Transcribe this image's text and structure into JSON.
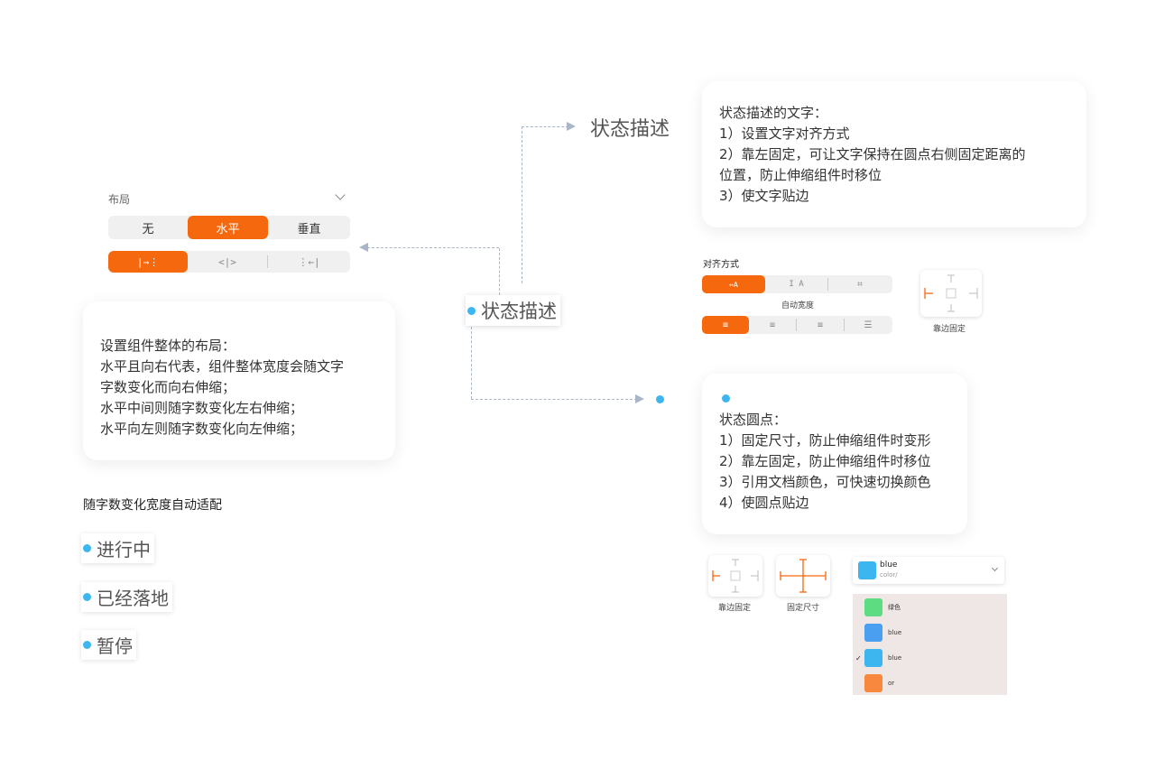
{
  "layout_panel": {
    "title": "布局",
    "direction_options": [
      "无",
      "水平",
      "垂直"
    ],
    "active_direction": "水平",
    "colors": {
      "accent": "#f6680d",
      "segment_bg": "#f0f0f0"
    }
  },
  "layout_desc": {
    "lines": [
      "设置组件整体的布局：",
      "水平且向右代表，组件整体宽度会随文字",
      "字数变化而向右伸缩；",
      "水平中间则随字数变化左右伸缩；",
      "水平向左则随字数变化向左伸缩；"
    ]
  },
  "auto_fit": {
    "title": "随字数变化宽度自动适配",
    "examples": [
      "进行中",
      "已经落地",
      "暂停"
    ]
  },
  "center_chip": {
    "label": "状态描述",
    "dot_color": "#3db6f0"
  },
  "top_label": "状态描述",
  "text_desc": {
    "lines": [
      "状态描述的文字：",
      "1）设置文字对齐方式",
      "2）靠左固定，可让文字保持在圆点右侧固定距离的",
      "位置，防止伸缩组件时移位",
      "3）使文字贴边"
    ]
  },
  "align_panel": {
    "title": "对齐方式",
    "auto_width_label": "自动宽度",
    "pin_label": "靠边固定"
  },
  "dot_desc": {
    "lines": [
      "状态圆点：",
      "1）固定尺寸，防止伸缩组件时变形",
      "2）靠左固定，防止伸缩组件时移位",
      "3）引用文档颜色，可快速切换颜色",
      "4）使圆点贴边"
    ]
  },
  "dot_panel": {
    "pin_label": "靠边固定",
    "fixed_size_label": "固定尺寸",
    "color_select": {
      "value": "blue",
      "sub": "color/"
    },
    "color_options": [
      {
        "label": "绿色",
        "color": "#5ddc82"
      },
      {
        "label": "blue",
        "color": "#4a9ff0"
      },
      {
        "label": "blue",
        "color": "#3db6f0",
        "checked": true
      },
      {
        "label": "or",
        "color": "#f7883e"
      }
    ]
  }
}
